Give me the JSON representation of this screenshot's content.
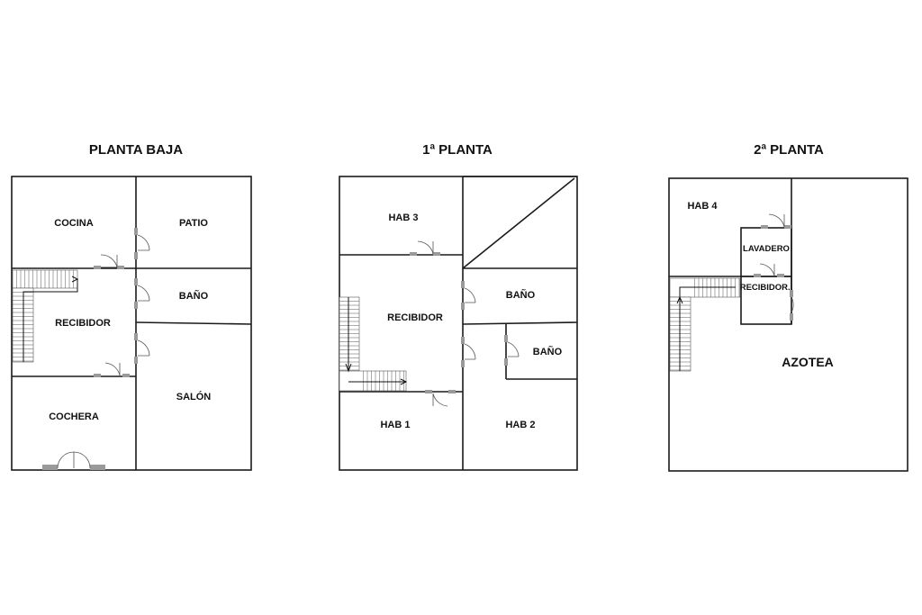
{
  "floors": [
    {
      "title": "PLANTA BAJA",
      "rooms": {
        "cocina": "COCINA",
        "patio": "PATIO",
        "bano": "BAÑO",
        "recibidor": "RECIBIDOR",
        "cochera": "COCHERA",
        "salon": "SALÓN"
      }
    },
    {
      "title": "1ª PLANTA",
      "rooms": {
        "hab3": "HAB 3",
        "recibidor": "RECIBIDOR",
        "bano1": "BAÑO",
        "bano2": "BAÑO",
        "hab1": "HAB 1",
        "hab2": "HAB 2"
      }
    },
    {
      "title": "2ª PLANTA",
      "rooms": {
        "hab4": "HAB 4",
        "lavadero": "LAVADERO",
        "recibidor": "RECIBIDOR..",
        "azotea": "AZOTEA"
      }
    }
  ]
}
